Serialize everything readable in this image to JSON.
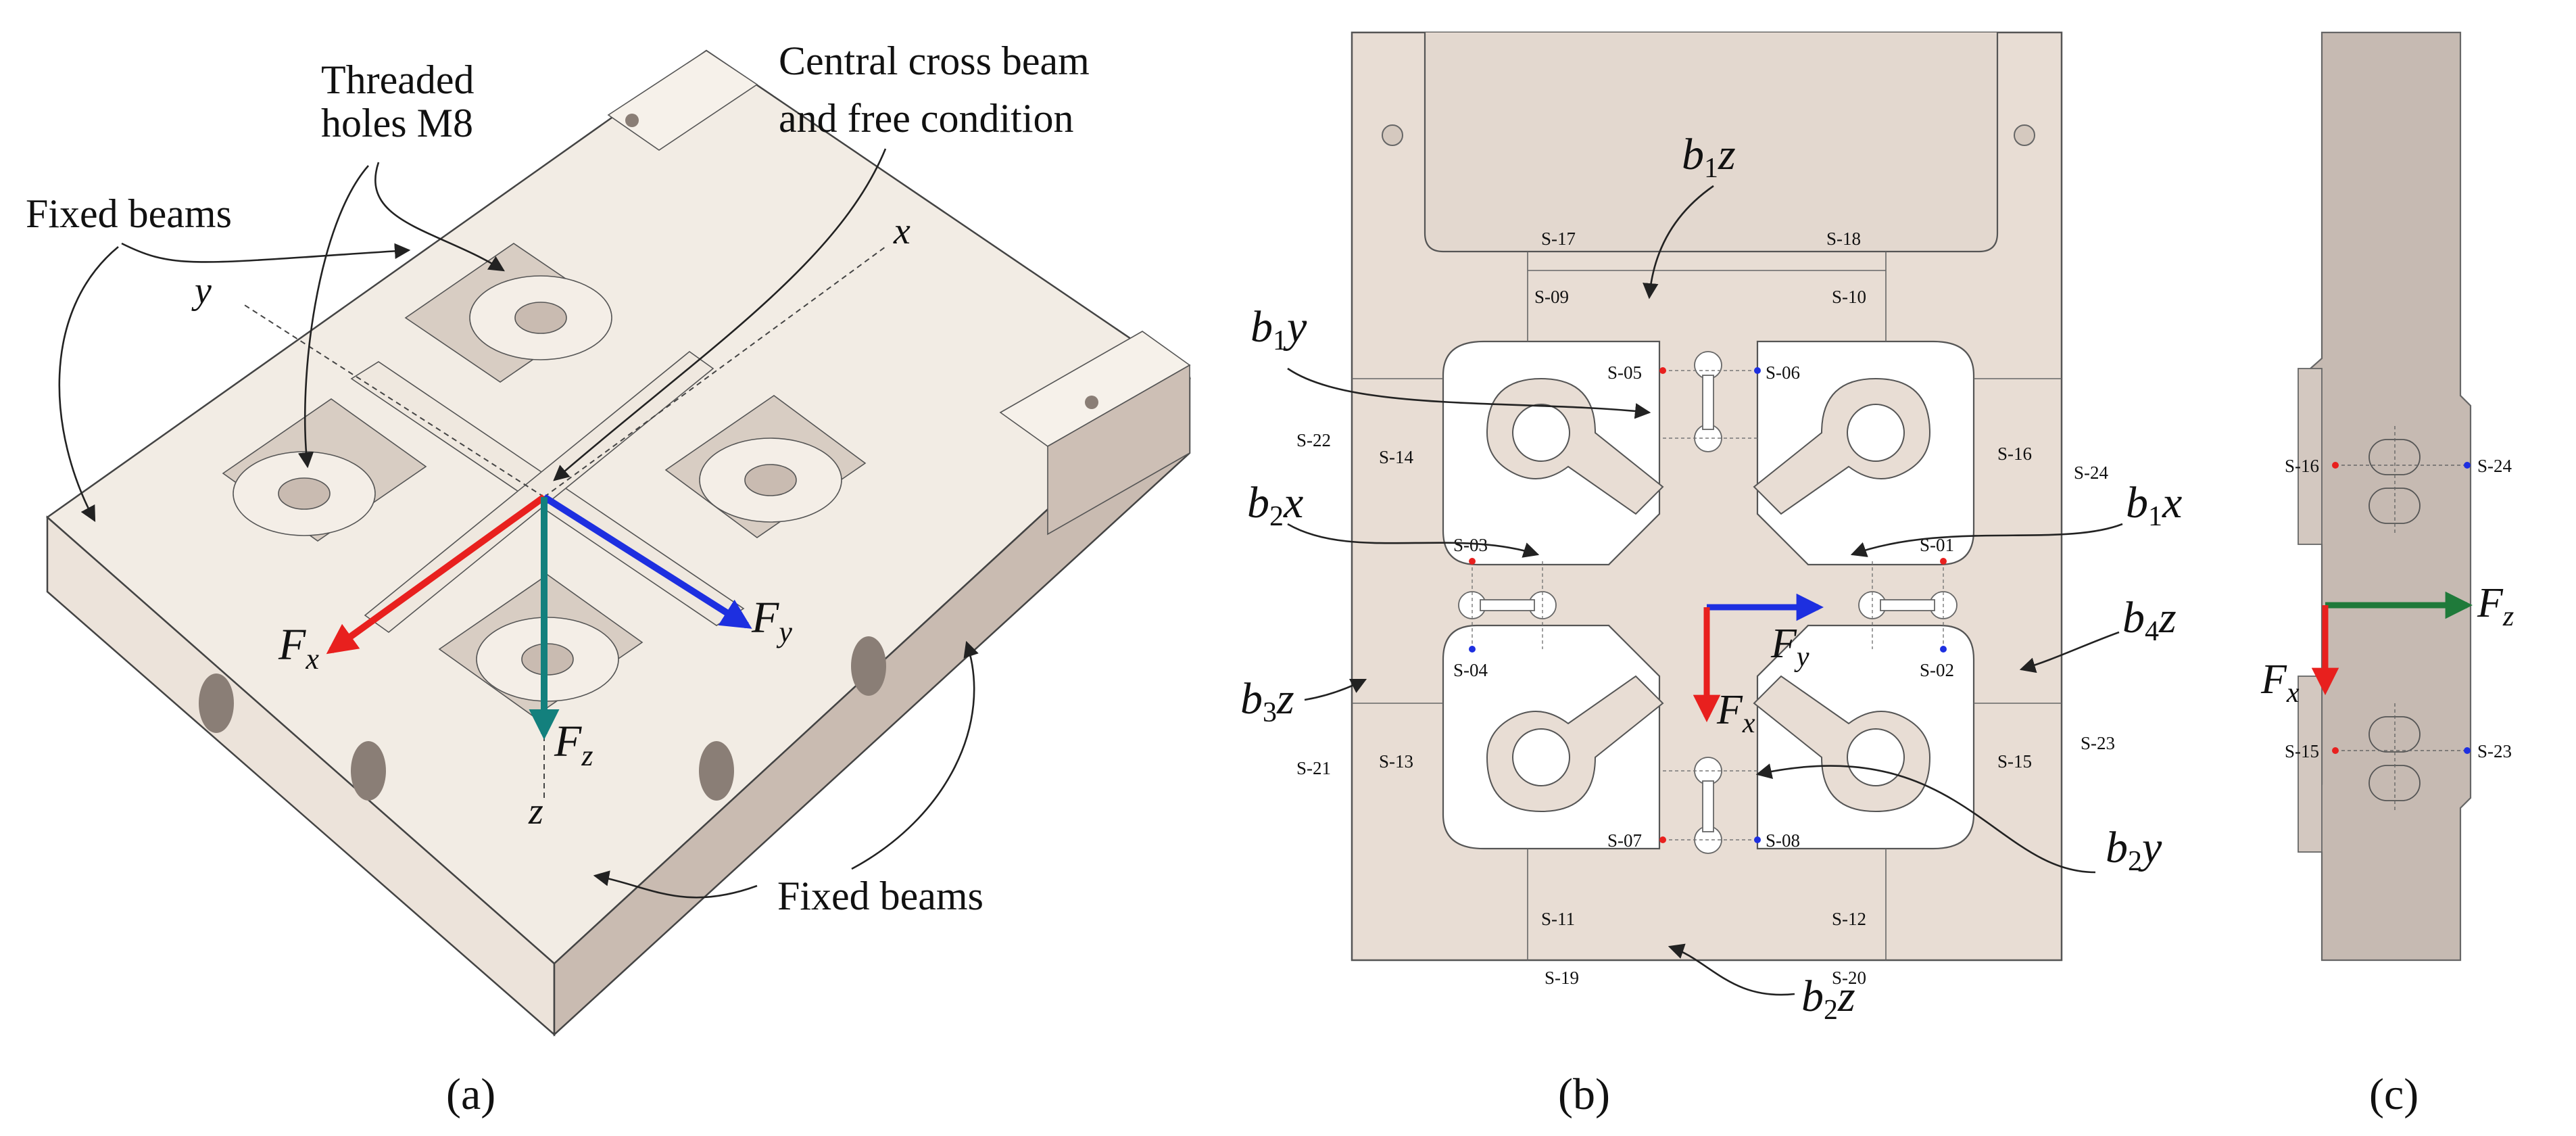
{
  "panels": {
    "a": {
      "caption": "(a)",
      "labels": {
        "threaded_holes_line1": "Threaded",
        "threaded_holes_line2": "holes M8",
        "cross_beam_line1": "Central cross beam",
        "cross_beam_line2": "and free condition",
        "fixed_beams_top": "Fixed beams",
        "fixed_beams_bottom": "Fixed beams",
        "axis_x": "x",
        "axis_y": "y",
        "axis_z": "z"
      },
      "forces": {
        "fx": {
          "base": "F",
          "sub": "x",
          "color": "#e8201e"
        },
        "fy": {
          "base": "F",
          "sub": "y",
          "color": "#1d2fe0"
        },
        "fz": {
          "base": "F",
          "sub": "z",
          "color": "#13807d"
        }
      }
    },
    "b": {
      "caption": "(b)",
      "beams": {
        "b1z": {
          "base": "b",
          "sub": "1",
          "tail": "z"
        },
        "b1y": {
          "base": "b",
          "sub": "1",
          "tail": "y"
        },
        "b2x": {
          "base": "b",
          "sub": "2",
          "tail": "x"
        },
        "b1x": {
          "base": "b",
          "sub": "1",
          "tail": "x"
        },
        "b4z": {
          "base": "b",
          "sub": "4",
          "tail": "z"
        },
        "b3z": {
          "base": "b",
          "sub": "3",
          "tail": "z"
        },
        "b2y": {
          "base": "b",
          "sub": "2",
          "tail": "y"
        },
        "b2z": {
          "base": "b",
          "sub": "2",
          "tail": "z"
        }
      },
      "gauges": [
        "S-01",
        "S-02",
        "S-03",
        "S-04",
        "S-05",
        "S-06",
        "S-07",
        "S-08",
        "S-09",
        "S-10",
        "S-11",
        "S-12",
        "S-13",
        "S-14",
        "S-15",
        "S-16",
        "S-17",
        "S-18",
        "S-19",
        "S-20",
        "S-21",
        "S-22",
        "S-23",
        "S-24"
      ],
      "forces": {
        "fx": {
          "base": "F",
          "sub": "x",
          "color": "#e8201e"
        },
        "fy": {
          "base": "F",
          "sub": "y",
          "color": "#1d2fe0"
        }
      }
    },
    "c": {
      "caption": "(c)",
      "gauges": [
        "S-16",
        "S-24",
        "S-15",
        "S-23"
      ],
      "forces": {
        "fz": {
          "base": "F",
          "sub": "z",
          "color": "#1f7a3a"
        },
        "fx": {
          "base": "F",
          "sub": "x",
          "color": "#e8201e"
        }
      }
    }
  },
  "colors": {
    "body_light": "#f2ece4",
    "body_mid": "#e3d9cf",
    "body_dark": "#c9bbb1",
    "plate_b": "#e8ddd4",
    "plate_c": "#c6bab2",
    "gauge_red": "#e8201e",
    "gauge_blue": "#1d2fe0"
  }
}
